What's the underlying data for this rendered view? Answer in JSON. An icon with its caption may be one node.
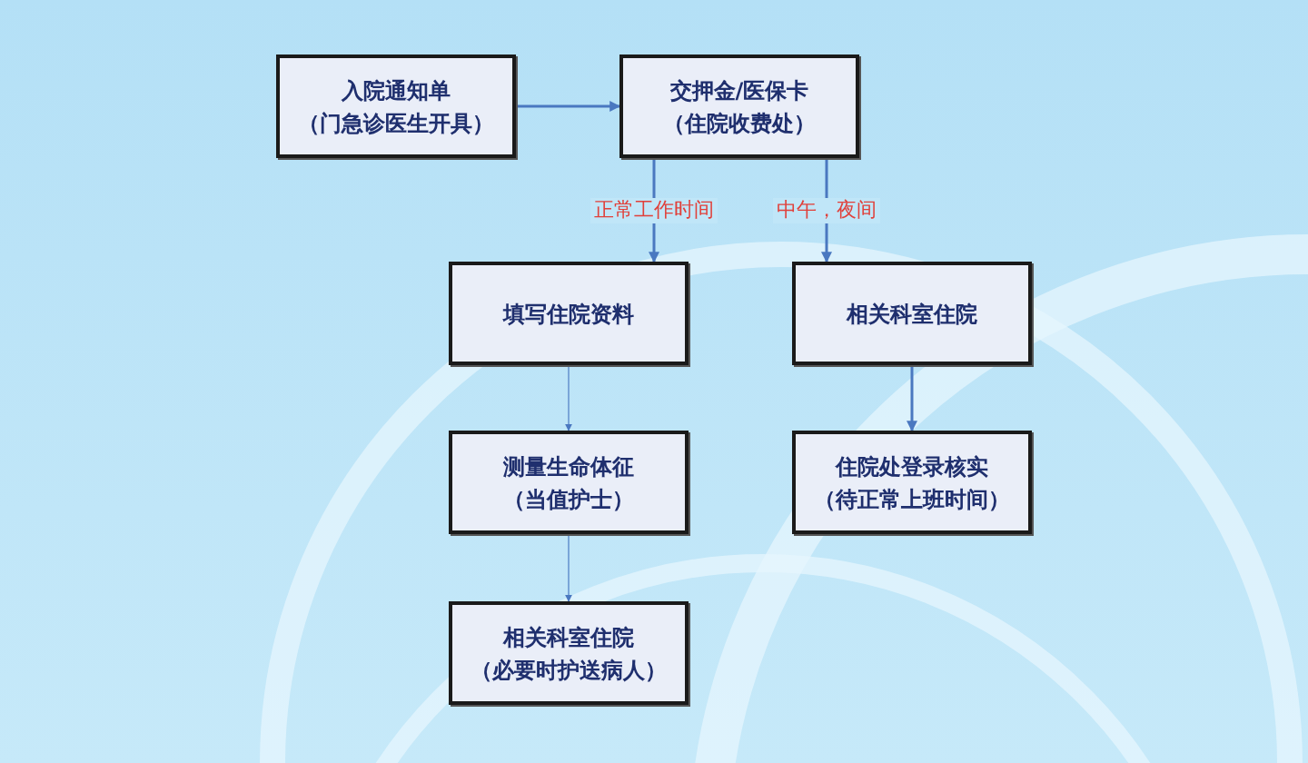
{
  "diagram": {
    "nodes": [
      {
        "text": [
          "入院通知单",
          "（门急诊医生开具）"
        ]
      },
      {
        "text": [
          "交押金/医保卡",
          "（住院收费处）"
        ]
      },
      {
        "text": [
          "填写住院资料"
        ]
      },
      {
        "text": [
          "相关科室住院"
        ]
      },
      {
        "text": [
          "测量生命体征",
          "（当值护士）"
        ]
      },
      {
        "text": [
          "住院处登录核实",
          "（待正常上班时间）"
        ]
      },
      {
        "text": [
          "相关科室住院",
          "（必要时护送病人）"
        ]
      }
    ],
    "edges": [
      {
        "from": 0,
        "to": 1,
        "arrow": "to"
      },
      {
        "from": 1,
        "to": 2,
        "arrow": "to",
        "label": "正常工作时间"
      },
      {
        "from": 1,
        "to": 3,
        "arrow": "to",
        "label": "中午，夜间"
      },
      {
        "from": 2,
        "to": 4,
        "arrow": "to"
      },
      {
        "from": 4,
        "to": 6,
        "arrow": "to"
      },
      {
        "from": 3,
        "to": 5,
        "arrow": "to"
      }
    ]
  }
}
